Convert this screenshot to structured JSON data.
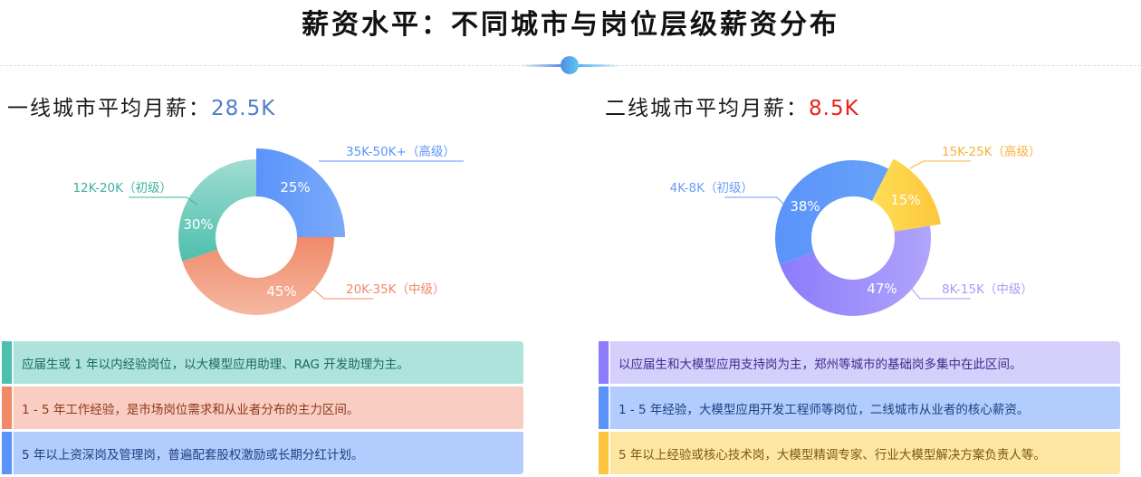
{
  "title": "薪资水平：不同城市与岗位层级薪资分布",
  "chart_data": [
    {
      "type": "pie",
      "variant": "donut",
      "title_label": "一线城市平均月薪：",
      "title_value": "28.5K",
      "highlighted_slice": "35K-50K+（高级）",
      "slices": [
        {
          "label": "35K-50K+（高级）",
          "value": 25,
          "display": "25%",
          "color": "#5b93fb",
          "color2": "#7aaaf9"
        },
        {
          "label": "20K-35K（中级）",
          "value": 45,
          "display": "45%",
          "color": "#f08a68",
          "color2": "#f5b8a3"
        },
        {
          "label": "12K-20K（初级）",
          "value": 30,
          "display": "30%",
          "color": "#4dbfac",
          "color2": "#a1dcd2"
        }
      ]
    },
    {
      "type": "pie",
      "variant": "donut",
      "title_label": "二线城市平均月薪：",
      "title_value": "8.5K",
      "highlighted_slice": "15K-25K（高级）",
      "slices": [
        {
          "label": "15K-25K（高级）",
          "value": 15,
          "display": "15%",
          "color": "#ffde55",
          "color2": "#fcc63c"
        },
        {
          "label": "8K-15K（中级）",
          "value": 47,
          "display": "47%",
          "color": "#8c7bfb",
          "color2": "#b0a4fb"
        },
        {
          "label": "4K-8K（初级）",
          "value": 38,
          "display": "38%",
          "color": "#5b93fb",
          "color2": "#66a2f8"
        }
      ]
    }
  ],
  "label_colors": {
    "left": [
      "#5b93fb",
      "#f0886a",
      "#3fb0a0"
    ],
    "right": [
      "#f7b137",
      "#a89bfa",
      "#6a9df8"
    ]
  },
  "panels": {
    "left": [
      {
        "text": "应届生或 1 年以内经验岗位，以大模型应用助理、RAG 开发助理为主。",
        "bg": "#ade3db",
        "bar": "#4dbfac",
        "fg": "#1d6b5d"
      },
      {
        "text": " 1 - 5 年工作经验，是市场岗位需求和从业者分布的主力区间。",
        "bg": "#f9cdc1",
        "bar": "#f08a68",
        "fg": "#8a3a1e"
      },
      {
        "text": "5 年以上资深岗及管理岗，普遍配套股权激励或长期分红计划。",
        "bg": "#b2cdfd",
        "bar": "#5b93fb",
        "fg": "#1e3f80"
      }
    ],
    "right": [
      {
        "text": "以应届生和大模型应用支持岗为主，郑州等城市的基础岗多集中在此区间。",
        "bg": "#d5cffc",
        "bar": "#8c7bfb",
        "fg": "#3d2f8a"
      },
      {
        "text": " 1 - 5 年经验，大模型应用开发工程师等岗位，二线城市从业者的核心薪资。",
        "bg": "#b2cdfd",
        "bar": "#5b93fb",
        "fg": "#1e3f80"
      },
      {
        "text": "5 年以上经验或核心技术岗，大模型精调专家、行业大模型解决方案负责人等。",
        "bg": "#fde5a2",
        "bar": "#fcc63c",
        "fg": "#7a5a10"
      }
    ]
  }
}
